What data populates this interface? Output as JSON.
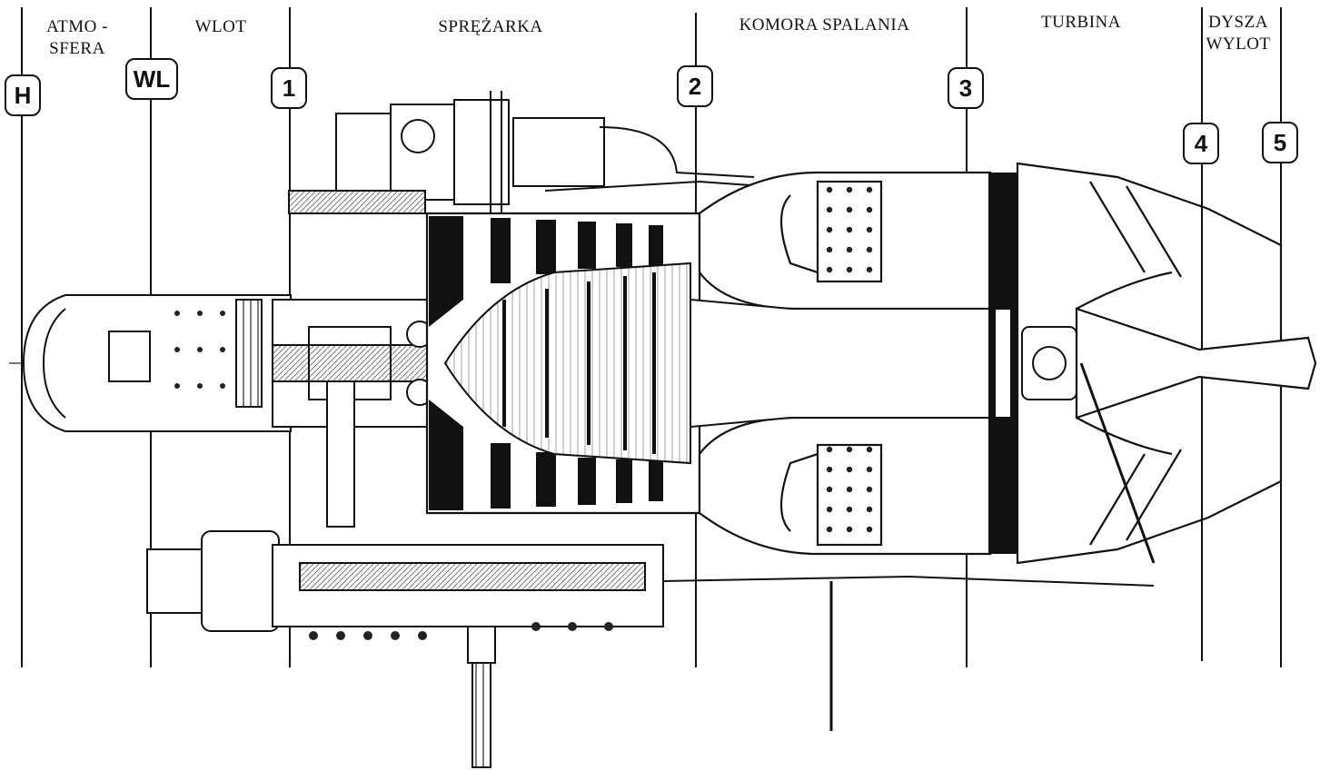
{
  "sections": {
    "atmosphere_line1": "ATMO -",
    "atmosphere_line2": "SFERA",
    "inlet": "WLOT",
    "compressor": "SPRĘŻARKA",
    "combustor": "KOMORA SPALANIA",
    "turbine": "TURBINA",
    "nozzle_line1": "DYSZA",
    "nozzle_line2": "WYLOT"
  },
  "stations": {
    "h": "H",
    "wl": "WL",
    "s1": "1",
    "s2": "2",
    "s3": "3",
    "s4": "4",
    "s5": "5"
  },
  "colors": {
    "ink": "#111111",
    "paper": "#ffffff",
    "hatch": "#555555"
  }
}
